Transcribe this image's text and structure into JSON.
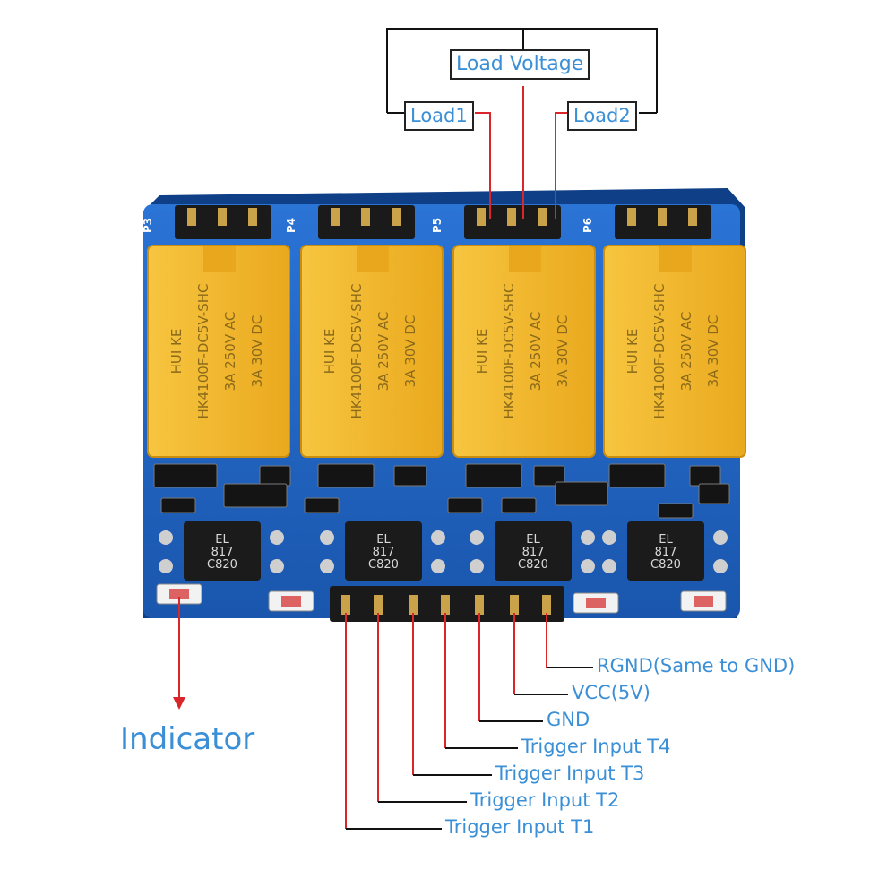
{
  "top": {
    "load_voltage": "Load Voltage",
    "load1": "Load1",
    "load2": "Load2"
  },
  "headers": [
    "P3",
    "P4",
    "P5",
    "P6"
  ],
  "relays": [
    {
      "brand": "HUI KE",
      "model": "HK4100F-DC5V-SHC",
      "rating1": "3A 250V AC",
      "rating2": "3A 30V DC"
    },
    {
      "brand": "HUI KE",
      "model": "HK4100F-DC5V-SHC",
      "rating1": "3A 250V AC",
      "rating2": "3A 30V DC"
    },
    {
      "brand": "HUI KE",
      "model": "HK4100F-DC5V-SHC",
      "rating1": "3A 250V AC",
      "rating2": "3A 30V DC"
    },
    {
      "brand": "HUI KE",
      "model": "HK4100F-DC5V-SHC",
      "rating1": "3A 250V AC",
      "rating2": "3A 30V DC"
    }
  ],
  "optocouplers": [
    {
      "l1": "EL",
      "l2": "817",
      "l3": "C820"
    },
    {
      "l1": "EL",
      "l2": "817",
      "l3": "C820"
    },
    {
      "l1": "EL",
      "l2": "817",
      "l3": "C820"
    },
    {
      "l1": "EL",
      "l2": "817",
      "l3": "C820"
    }
  ],
  "indicator": "Indicator",
  "pins": [
    "Trigger Input T1",
    "Trigger Input T2",
    "Trigger Input T3",
    "Trigger Input T4",
    "GND",
    "VCC(5V)",
    "RGND(Same to GND)"
  ],
  "colors": {
    "pcb": "#1f63c2",
    "relay": "#f3b82c",
    "label": "#3a8fd6",
    "wire_red": "#d8262a",
    "wire_black": "#111111"
  }
}
